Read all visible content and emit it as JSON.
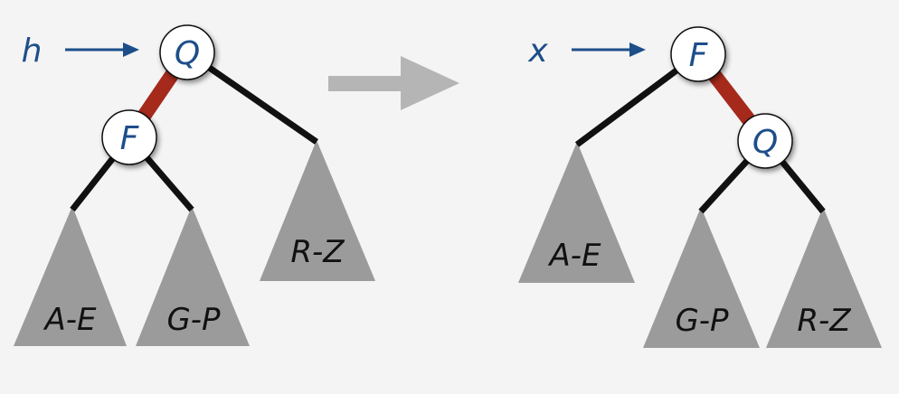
{
  "left_tree": {
    "pointer_label": "h",
    "root_node": "Q",
    "child_node": "F",
    "subtrees": {
      "a_e": "A-E",
      "g_p": "G-P",
      "r_z": "R-Z"
    }
  },
  "right_tree": {
    "pointer_label": "x",
    "root_node": "F",
    "child_node": "Q",
    "subtrees": {
      "a_e": "A-E",
      "g_p": "G-P",
      "r_z": "R-Z"
    }
  },
  "colors": {
    "background": "#f4f4f4",
    "red_link": "#a52a1c",
    "black_link": "#111111",
    "subtree": "#9b9b9b",
    "node_text": "#1d4e8a",
    "pointer_arrow": "#1d4e8a",
    "transition_arrow": "#b5b5b5"
  }
}
